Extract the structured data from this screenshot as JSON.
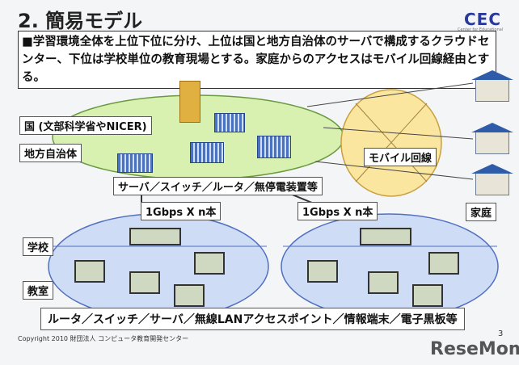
{
  "title": "2. 簡易モデル",
  "logo": {
    "text": "CEC",
    "sub": "Center for Educational Computing"
  },
  "summary": "■学習環境全体を上位下位に分け、上位は国と地方自治体のサーバで構成するクラウドセンター、下位は学校単位の教育現場とする。家庭からのアクセスはモバイル回線経由とする。",
  "labels": {
    "national": "国 (文部科学省やNICER)",
    "local": "地方自治体",
    "servers": "サーバ／スイッチ／ルータ／無停電装置等",
    "mobile": "モバイル回線",
    "link_left": "1Gbps X n本",
    "link_right": "1Gbps X n本",
    "home": "家庭",
    "school": "学校",
    "classroom": "教室",
    "equipment": "ルータ／スイッチ／サーバ／無線LANアクセスポイント／情報端末／電子黒板等"
  },
  "footer": {
    "copyright": "Copyright 2010 財団法人 コンピュータ教育開発センター",
    "page": "3",
    "watermark": "ReseMom"
  },
  "colors": {
    "green": "#d8f0b0",
    "yellow": "#fbe6a0",
    "blue": "#cfdcf6"
  }
}
